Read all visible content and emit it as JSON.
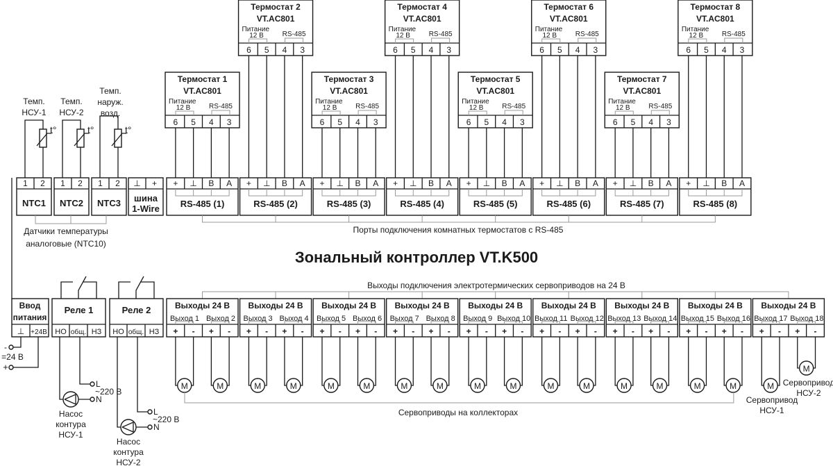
{
  "title": "Зональный контроллер VT.K500",
  "thermostat": {
    "names": [
      "Термостат 1",
      "Термостат 2",
      "Термостат 3",
      "Термостат 4",
      "Термостат 5",
      "Термостат 6",
      "Термостат 7",
      "Термостат 8"
    ],
    "model": "VT.AC801",
    "power_label": "Питание",
    "power_voltage": "12 В",
    "rs_label": "RS-485",
    "pins": [
      "6",
      "5",
      "4",
      "3"
    ]
  },
  "rs485_ports": {
    "names": [
      "RS-485 (1)",
      "RS-485 (2)",
      "RS-485 (3)",
      "RS-485 (4)",
      "RS-485 (5)",
      "RS-485 (6)",
      "RS-485 (7)",
      "RS-485 (8)"
    ],
    "pins": [
      "+",
      "⊥",
      "B",
      "A"
    ],
    "caption": "Порты подключения комнатных термостатов с RS-485"
  },
  "sensors": {
    "labels": [
      [
        "Темп.",
        "НСУ-1"
      ],
      [
        "Темп.",
        "НСУ-2"
      ],
      [
        "Темп.",
        "наруж.",
        "возд."
      ]
    ],
    "temp_symbol": "t°",
    "blocks": [
      "NTC1",
      "NTC2",
      "NTC3"
    ],
    "pins": [
      "1",
      "2"
    ],
    "caption_lines": [
      "Датчики температуры",
      "аналоговые (NTC10)"
    ]
  },
  "onewire": {
    "lines": [
      "шина",
      "1-Wire"
    ],
    "pins": [
      "⊥",
      "+"
    ]
  },
  "power": {
    "lines": [
      "Ввод",
      "питания"
    ],
    "pins": [
      "⊥",
      "+24В"
    ],
    "minus": "-",
    "plus": "+",
    "voltage": "=24 В"
  },
  "relays": {
    "names": [
      "Реле 1",
      "Реле 2"
    ],
    "pins": [
      "НО",
      "общ.",
      "НЗ"
    ],
    "L": "L",
    "N": "N",
    "mains": "~220 В",
    "pump_labels": [
      [
        "Насос",
        "контура",
        "НСУ-1"
      ],
      [
        "Насос",
        "контура",
        "НСУ-2"
      ]
    ]
  },
  "outputs": {
    "block_title": "Выходы 24 В",
    "output_prefix": "Выход",
    "output_names": [
      "Выход 1",
      "Выход 2",
      "Выход 3",
      "Выход 4",
      "Выход 5",
      "Выход 6",
      "Выход 7",
      "Выход 8",
      "Выход 9",
      "Выход 10",
      "Выход 11",
      "Выход 12",
      "Выход 13",
      "Выход 14",
      "Выход 15",
      "Выход 16",
      "Выход 17",
      "Выход 18"
    ],
    "pins": [
      "+",
      "-",
      "+",
      "-"
    ],
    "caption": "Выходы подключения электротермических сервоприводов на 24 В",
    "motor_symbol": "M",
    "servo_caption": "Сервоприводы на коллекторах",
    "servo_nsu1": [
      "Сервопривод",
      "НСУ-1"
    ],
    "servo_nsu2": [
      "Сервопривод",
      "НСУ-2"
    ]
  }
}
